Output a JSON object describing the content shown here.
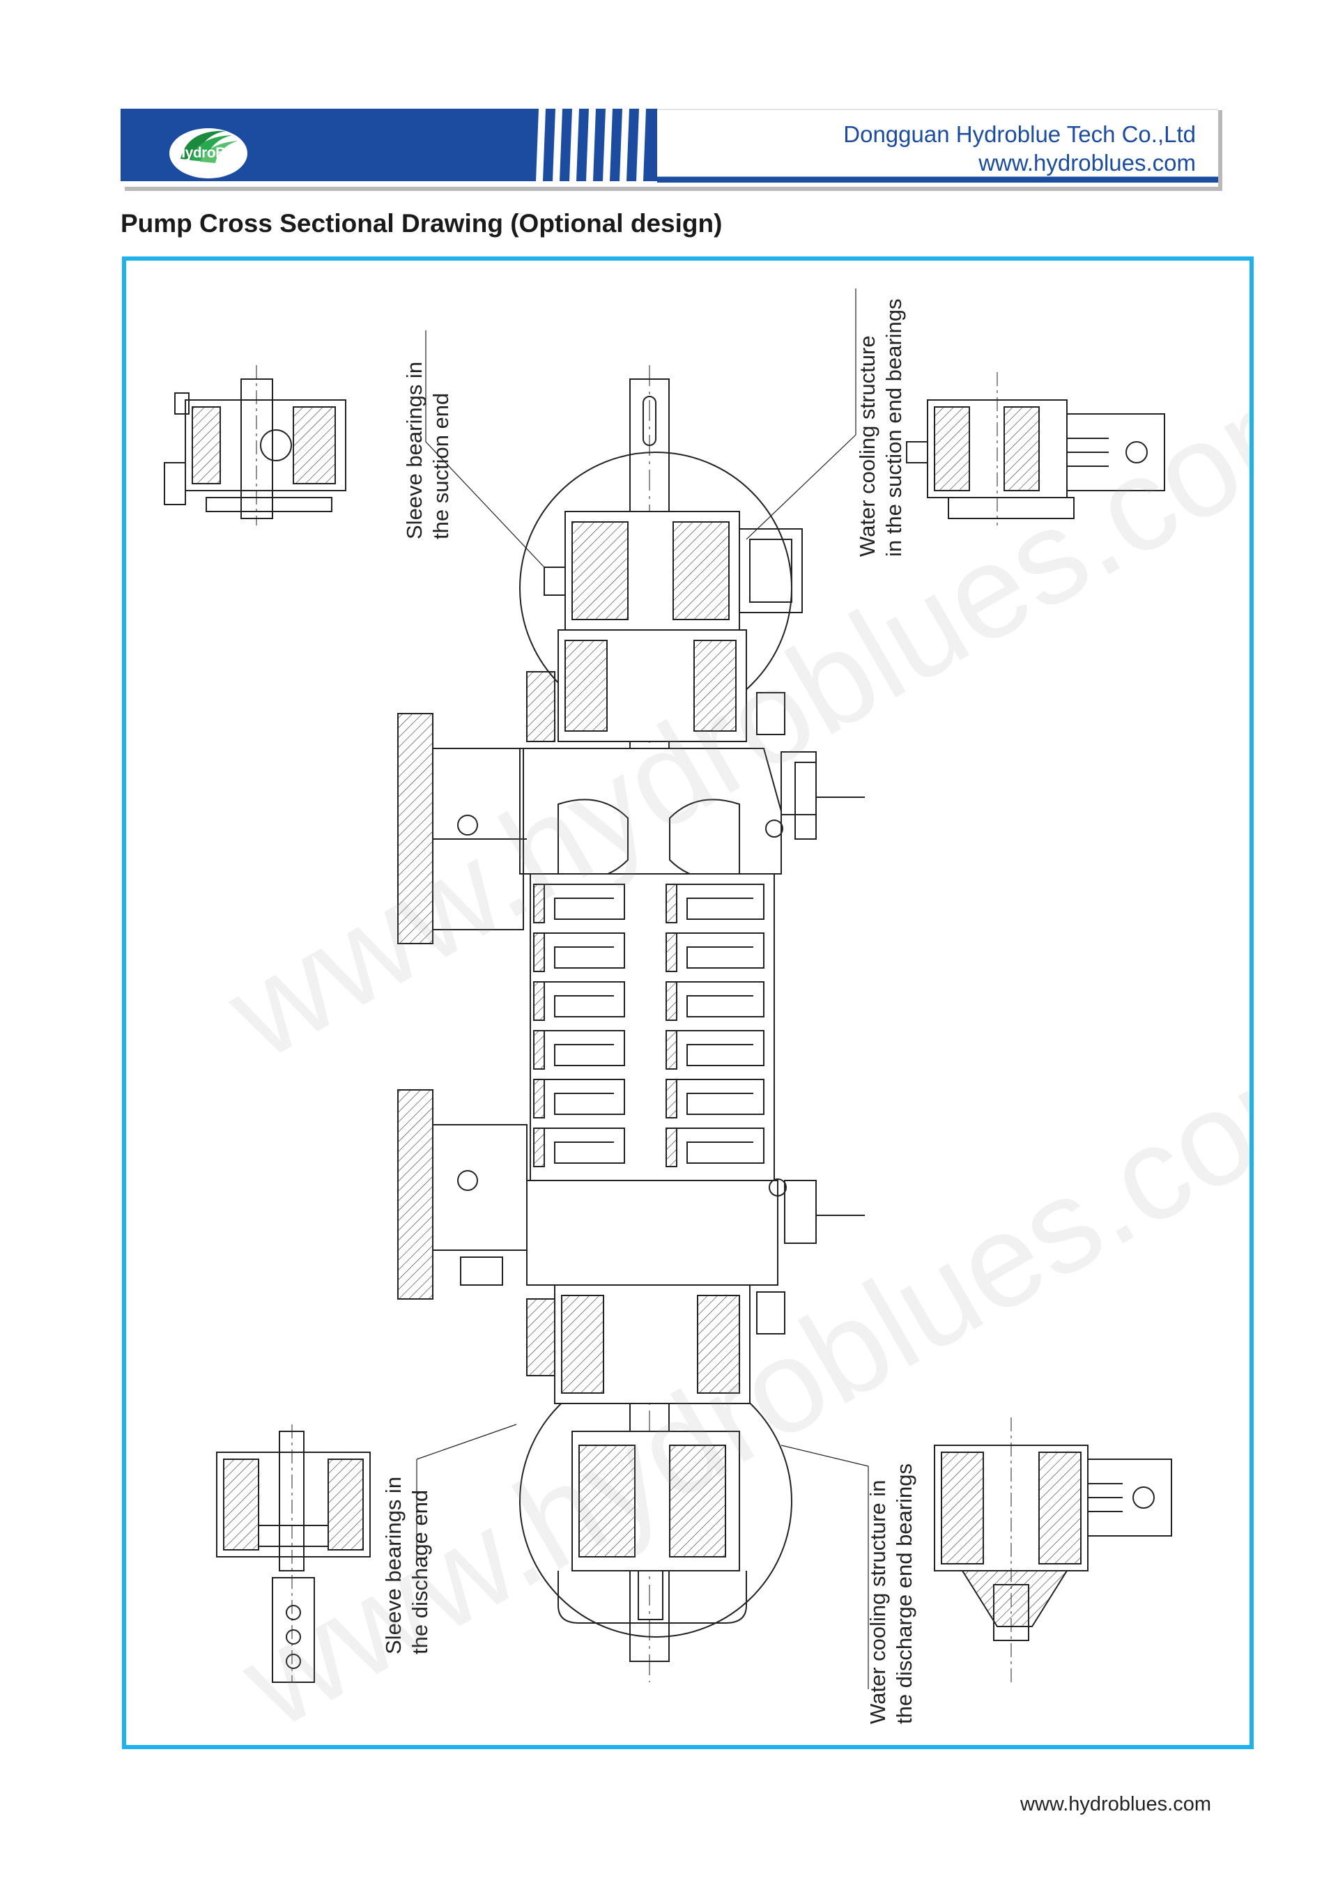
{
  "header": {
    "logo_text": "HydroBlue",
    "company_name": "Dongguan Hydroblue Tech Co.,Ltd",
    "website": "www.hydroblues.com",
    "brand_color": "#1b4ca0"
  },
  "page": {
    "title": "Pump Cross Sectional Drawing (Optional design)",
    "frame_color": "#1eb1ec"
  },
  "drawing": {
    "label_top_left": [
      "Sleeve bearings in",
      "the suction end"
    ],
    "label_top_right": [
      "Water cooling structure",
      "in the suction end bearings"
    ],
    "label_bottom_left": [
      "Sleeve bearings in",
      "the dischage end"
    ],
    "label_bottom_right": [
      "Water cooling structure in",
      "the discharge end bearings"
    ],
    "watermark": "www.hydroblues.com"
  },
  "footer": {
    "website": "www.hydroblues.com"
  }
}
